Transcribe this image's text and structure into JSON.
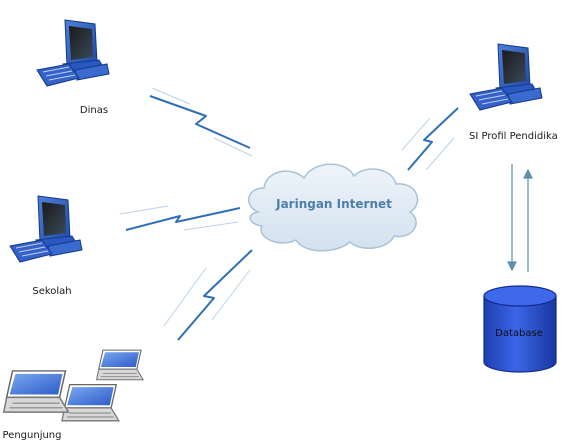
{
  "nodes": {
    "dinas": {
      "label": "Dinas",
      "icon": "desktop-computer-icon"
    },
    "sekolah": {
      "label": "Sekolah",
      "icon": "desktop-computer-icon"
    },
    "pengunjung": {
      "label": "Pengunjung",
      "icon": "laptop-group-icon"
    },
    "server": {
      "label": "SI Profil Pendidika",
      "icon": "desktop-computer-icon"
    },
    "cloud": {
      "label": "Jaringan Internet",
      "icon": "cloud-icon"
    },
    "database": {
      "label": "Database",
      "icon": "database-cylinder-icon"
    }
  },
  "links": [
    {
      "from": "dinas",
      "to": "cloud",
      "type": "wireless"
    },
    {
      "from": "sekolah",
      "to": "cloud",
      "type": "wireless"
    },
    {
      "from": "pengunjung",
      "to": "cloud",
      "type": "wireless"
    },
    {
      "from": "server",
      "to": "cloud",
      "type": "wireless"
    },
    {
      "from": "server",
      "to": "database",
      "type": "bidirectional-arrows"
    }
  ],
  "colors": {
    "cloud_fill": "#dde8f2",
    "cloud_stroke": "#a9c2d8",
    "cloud_text": "#4d7fa8",
    "wireless": "#2f6fb8",
    "database_fill": "#2b55d8",
    "arrow": "#5f8fa8"
  }
}
